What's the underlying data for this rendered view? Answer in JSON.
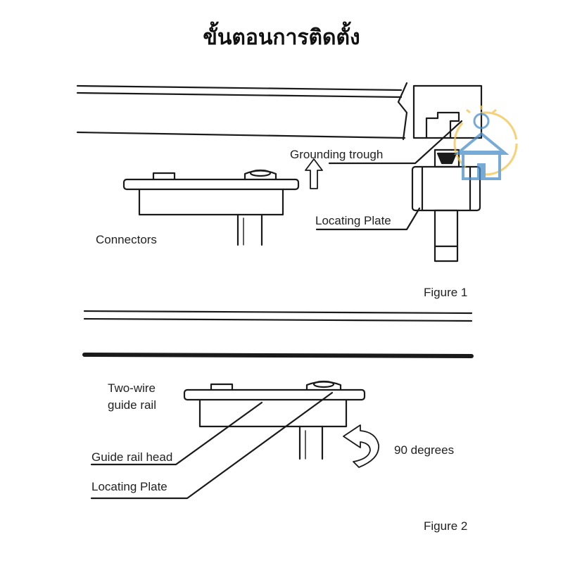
{
  "title": "ขั้นตอนการติดตั้ง",
  "figure1": {
    "caption": "Figure 1",
    "labels": {
      "grounding_trough": "Grounding trough",
      "connectors": "Connectors",
      "locating_plate": "Locating Plate"
    }
  },
  "figure2": {
    "caption": "Figure 2",
    "labels": {
      "two_wire_line1": "Two-wire",
      "two_wire_line2": "guide rail",
      "guide_rail_head": "Guide rail head",
      "locating_plate": "Locating Plate",
      "rotation": "90 degrees"
    }
  },
  "watermark_icon": "house-lightbulb-logo-icon",
  "colors": {
    "line": "#1a1a1a",
    "logo_blue": "#4a90c8",
    "logo_yellow": "#f3c24a"
  }
}
